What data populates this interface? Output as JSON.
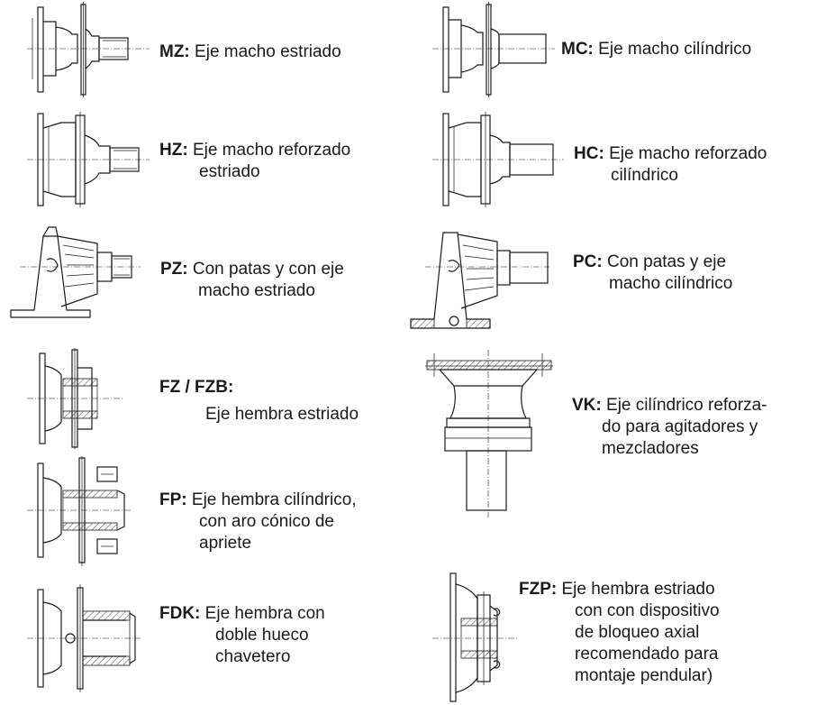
{
  "variants": [
    {
      "code": "MZ:",
      "lines": [
        "Eje macho estriado"
      ]
    },
    {
      "code": "MC:",
      "lines": [
        "Eje macho cilíndrico"
      ]
    },
    {
      "code": "HZ:",
      "lines": [
        "Eje macho reforzado",
        "estriado"
      ]
    },
    {
      "code": "HC:",
      "lines": [
        "Eje macho reforzado",
        "cilíndrico"
      ]
    },
    {
      "code": "PZ:",
      "lines": [
        "Con patas y con eje",
        "macho estriado"
      ]
    },
    {
      "code": "PC:",
      "lines": [
        "Con patas y eje",
        "macho cilíndrico"
      ]
    },
    {
      "code": "FZ / FZB:",
      "lines": [
        "Eje hembra estriado"
      ]
    },
    {
      "code": "VK:",
      "lines": [
        "Eje cilíndrico reforza-",
        "do para agitadores y",
        "mezcladores"
      ]
    },
    {
      "code": "FP:",
      "lines": [
        "Eje hembra cilíndrico,",
        "con aro cónico de",
        "apriete"
      ]
    },
    {
      "code": "FDK:",
      "lines": [
        "Eje hembra con",
        "doble hueco",
        "chavetero"
      ]
    },
    {
      "code": "FZP:",
      "lines": [
        "Eje hembra estriado",
        "con con dispositivo",
        "de bloqueo axial",
        "recomendado para",
        "montaje pendular)"
      ]
    }
  ]
}
